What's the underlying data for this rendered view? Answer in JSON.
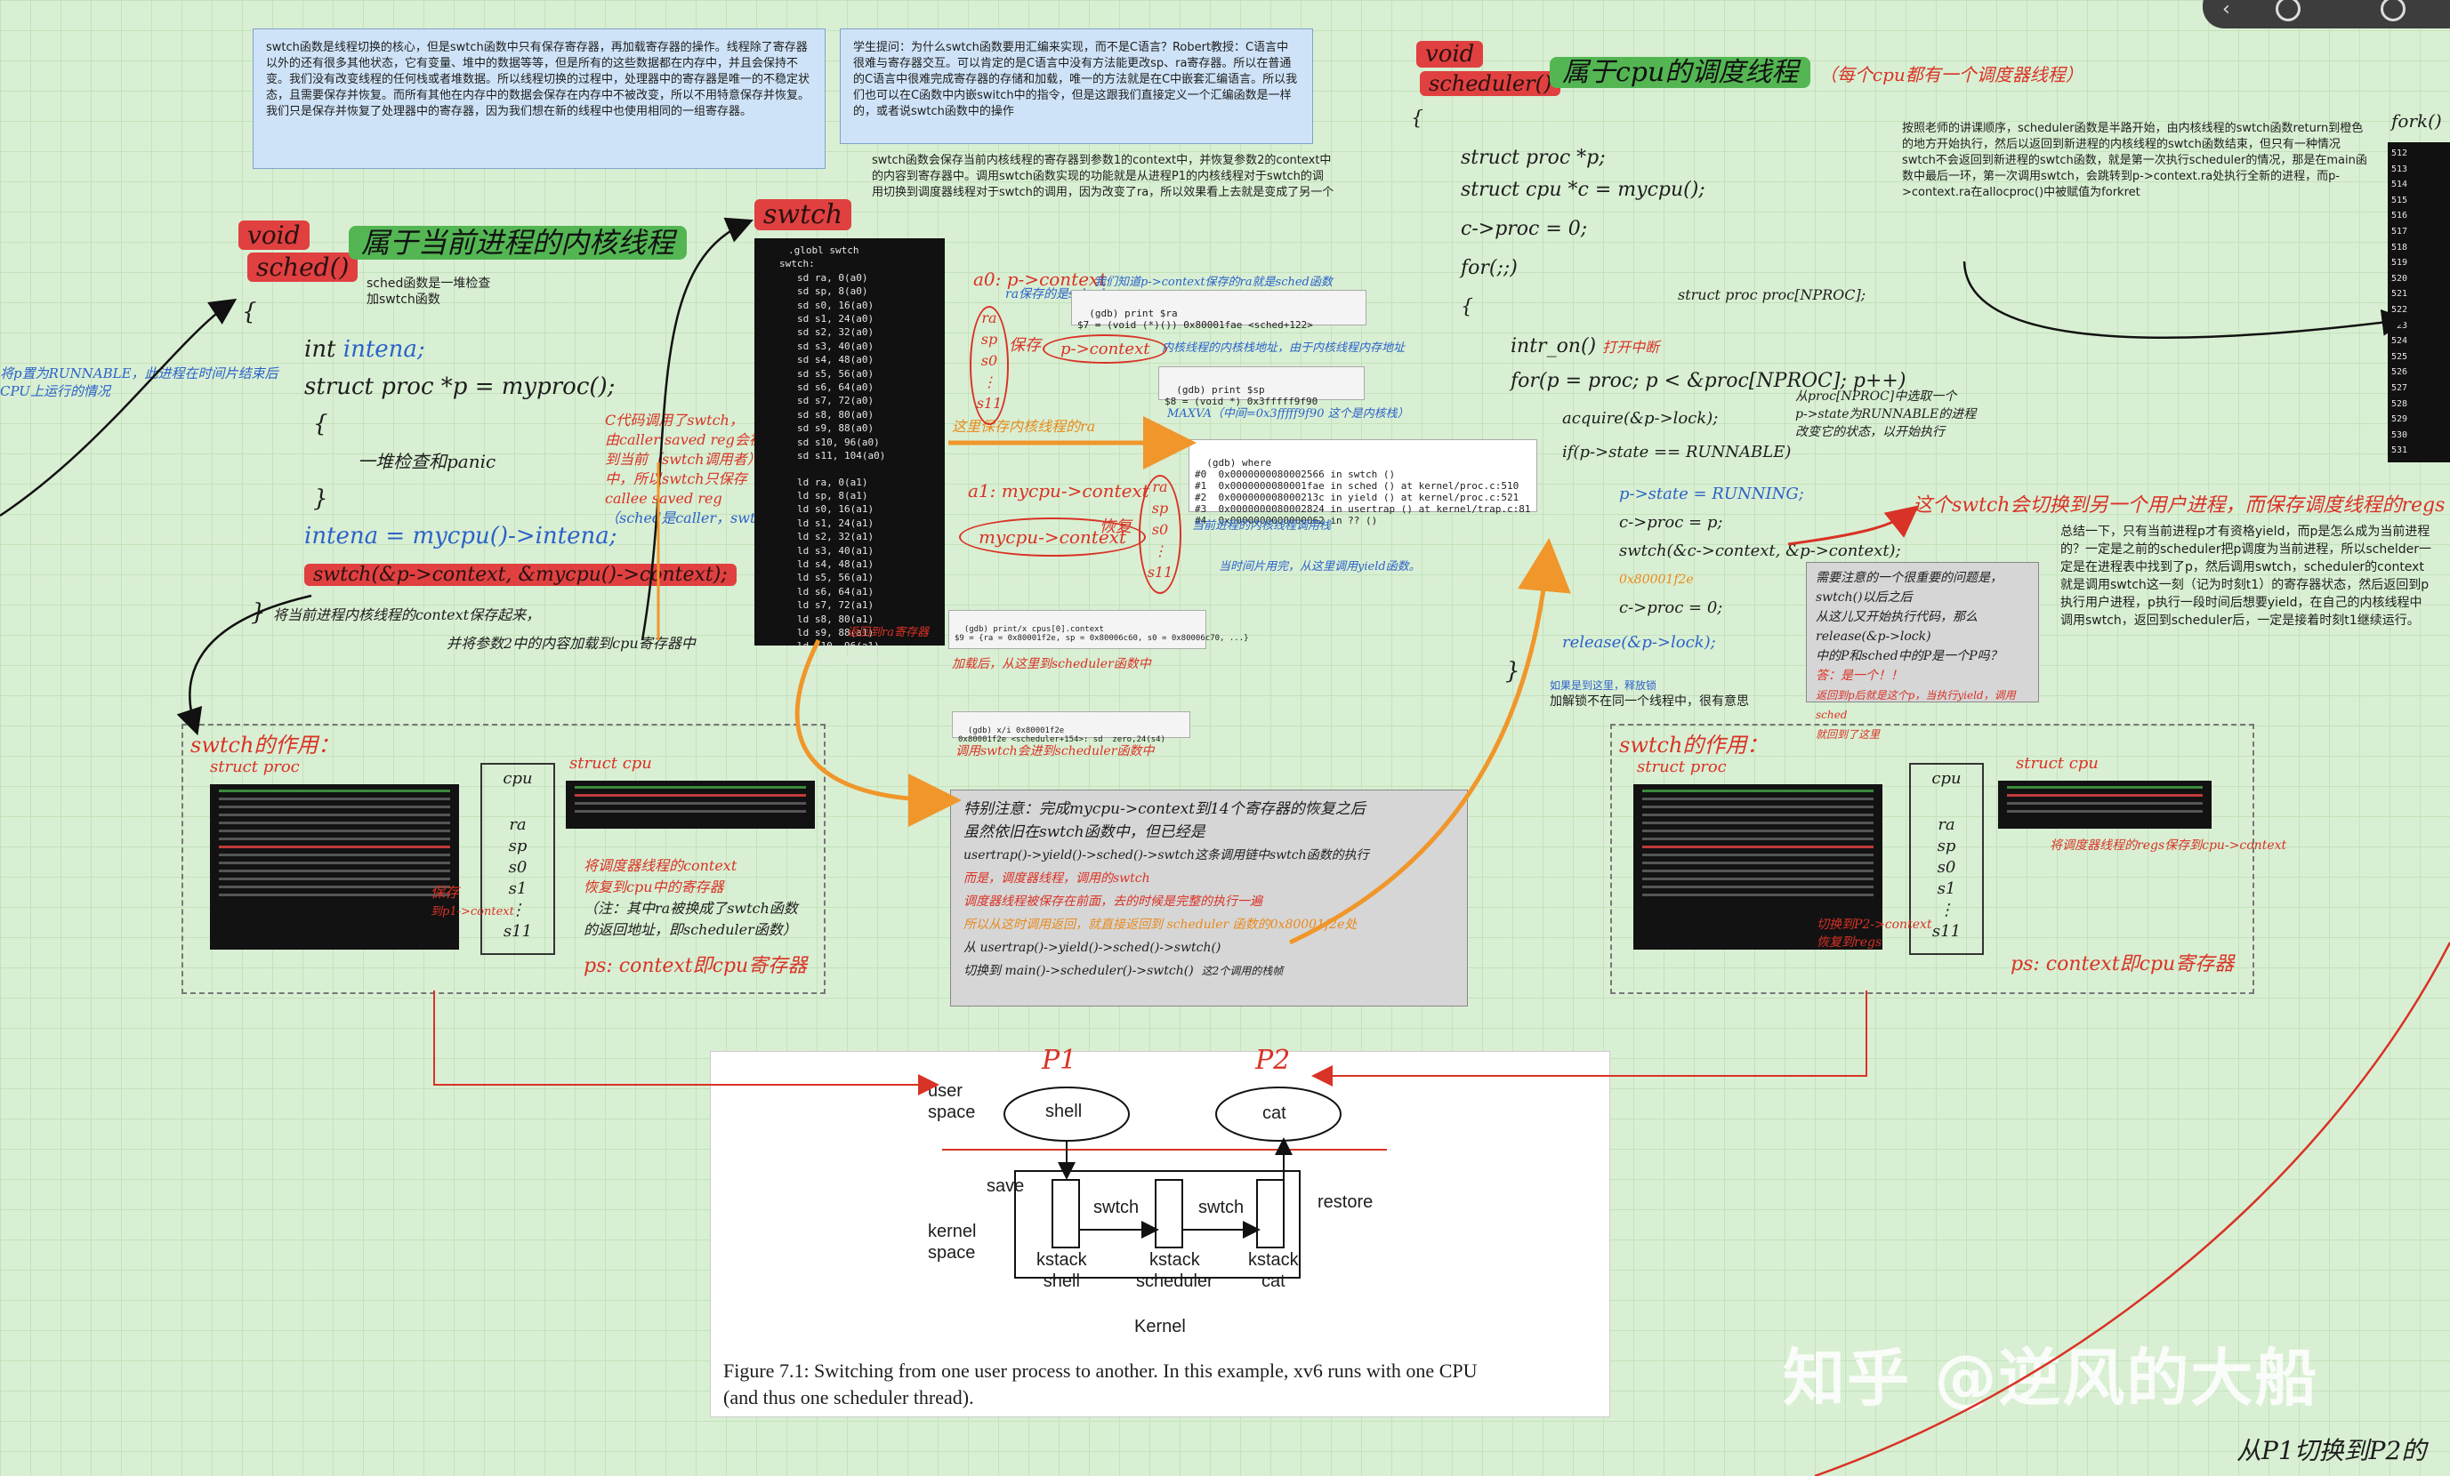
{
  "notes": {
    "top_left": "swtch函数是线程切换的核心，但是swtch函数中只有保存寄存器，再加载寄存器的操作。线程除了寄存器以外的还有很多其他状态，它有变量、堆中的数据等等，但是所有的这些数据都在内存中，并且会保持不变。我们没有改变线程的任何栈或者堆数据。所以线程切换的过程中，处理器中的寄存器是唯一的不稳定状态，且需要保存并恢复。而所有其他在内存中的数据会保存在内存中不被改变，所以不用特意保存并恢复。我们只是保存并恢复了处理器中的寄存器，因为我们想在新的线程中也使用相同的一组寄存器。",
    "top_mid": "学生提问：为什么swtch函数要用汇编来实现，而不是C语言？Robert教授：C语言中很难与寄存器交互。可以肯定的是C语言中没有方法能更改sp、ra寄存器。所以在普通的C语言中很难完成寄存器的存储和加载，唯一的方法就是在C中嵌套汇编语言。所以我们也可以在C函数中内嵌switch中的指令，但是这跟我们直接定义一个汇编函数是一样的，或者说swtch函数中的操作",
    "swtch_desc": "swtch函数会保存当前内核线程的寄存器到参数1的context中，并恢复参数2的context中的内容到寄存器中。调用swtch函数实现的功能就是从进程P1的内核线程对于swtch的调用切换到调度器线程对于swtch的调用，因为改变了ra，所以效果看上去就是变成了另一个",
    "top_right": "按照老师的讲课顺序，scheduler函数是半路开始，由内核线程的swtch函数return到橙色的地方开始执行，然后以返回到新进程的内核线程的swtch函数结束，但只有一种情况swtch不会返回到新进程的swtch函数，就是第一次执行scheduler的情况，那是在main函数中最后一环，第一次调用swtch，会跳转到p->context.ra处执行全新的进程，而p->context.ra在allocproc()中被赋值为forkret",
    "right_summary": "总结一下，只有当前进程p才有资格yield，而p是怎么成为当前进程的？一定是之前的scheduler把p调度为当前进程，所以schelder一定是在进程表中找到了p，然后调用swtch，scheduler的context就是调用swtch这一刻（记为时刻t1）的寄存器状态，然后返回到p执行用户进程，p执行一段时间后想要yield，在自己的内核线程中调用swtch，返回到scheduler后，一定是接着时刻t1继续运行。"
  },
  "sched_section": {
    "void_label": "void",
    "sched_label": "sched()",
    "title": "属于当前进程的内核线程",
    "desc1": "sched函数是一堆检查",
    "desc2": "加swtch函数",
    "left_comment1": "将p置为RUNNABLE，此进程在时间片结束后",
    "left_comment2": "CPU上运行的情况",
    "code_int": "int",
    "code_intena": "intena;",
    "code_struct": "struct proc *p = myproc();",
    "code_brace_open": "{",
    "code_check": "一堆检查和panic",
    "code_brace_close": "}",
    "code_intena_assign": "intena = mycpu()->intena;",
    "code_swtch": "swtch(&p->context, &mycpu()->context);",
    "code_end": "}",
    "end_comment": "将当前进程内核线程的context保存起来，",
    "end_comment2": "并将参数2中的内容加载到cpu寄存器中",
    "caller_note1": "C代码调用了swtch，",
    "caller_note2": "由caller saved reg会被保存",
    "caller_note3": "到当前（swtch调用者）的栈帧",
    "caller_note4": "中，所以swtch只保存",
    "caller_note5": "callee saved reg",
    "caller_note6": "（sched是caller，swtch是callee）"
  },
  "swtch_section": {
    "label": "swtch",
    "asm_header": ".globl swtch",
    "asm_label": "swtch:",
    "asm_save": [
      "sd ra, 0(a0)",
      "sd sp, 8(a0)",
      "sd s0, 16(a0)",
      "sd s1, 24(a0)",
      "sd s2, 32(a0)",
      "sd s3, 40(a0)",
      "sd s4, 48(a0)",
      "sd s5, 56(a0)",
      "sd s6, 64(a0)",
      "sd s7, 72(a0)",
      "sd s8, 80(a0)",
      "sd s9, 88(a0)",
      "sd s10, 96(a0)",
      "sd s11, 104(a0)"
    ],
    "asm_load": [
      "ld ra, 0(a1)",
      "ld sp, 8(a1)",
      "ld s0, 16(a1)",
      "ld s1, 24(a1)",
      "ld s2, 32(a1)",
      "ld s3, 40(a1)",
      "ld s4, 48(a1)",
      "ld s5, 56(a1)",
      "ld s6, 64(a1)",
      "ld s7, 72(a1)",
      "ld s8, 80(a1)",
      "ld s9, 88(a1)",
      "ld s10, 96(a1)",
      "ld s11, 104(a1)"
    ],
    "asm_ret": "ret",
    "a0_label": "a0: p->context",
    "a1_label": "a1: mycpu->context",
    "a0_ra_note": "ra保存的是sched",
    "save_label": "保存",
    "restore_label": "恢复",
    "mycpu_ctx": "mycpu->context",
    "p_ctx": "p->context",
    "ret_note": "返回到ra寄存器",
    "orange_note": "这里保存内核线程的ra"
  },
  "gdb": {
    "ra_block": "(gdb) print $ra\n$7 = (void (*)()) 0x80001fae <sched+122>",
    "sp_block": "(gdb) print $sp\n$8 = (void *) 0x3fffff9f90",
    "where_block": "(gdb) where\n#0  0x0000000080002566 in swtch ()\n#1  0x0000000080001fae in sched () at kernel/proc.c:510\n#2  0x000000008000213c in yield () at kernel/proc.c:521\n#3  0x0000000080002824 in usertrap () at kernel/trap.c:81\n#4  0x0000000000000062 in ?? ()",
    "context_block": "(gdb) print/x cpus[0].context\n$9 = {ra = 0x80001f2e, sp = 0x80006c60, s0 = 0x80006c70, ...}",
    "sched_line": "(gdb) x/i 0x80001f2e\n0x80001f2e <scheduler+154>: sd  zero,24(s4)"
  },
  "gdb_notes": {
    "ra_note": "我们知道p->context保存的ra就是sched函数",
    "sp_note": "内核线程的内核栈地址，由于内核线程内存地址",
    "maxva": "MAXVA（中间=0x3fffff9f90 这个是内核栈）",
    "where_note": "当前进程的内核线程调用栈",
    "timer_note": "当时间片用完，从这里调用yield函数。",
    "after_load": "加载后，从这里到scheduler函数中",
    "scheduler_jump": "调用swtch会进到scheduler函数中"
  },
  "gray_box": {
    "title": "特别注意：完成mycpu->context到14个寄存器的恢复之后",
    "line1": "虽然依旧在swtch函数中，但已经是",
    "line2": "usertrap()->yield()->sched()->swtch这条调用链中swtch函数的执行",
    "line3": "而是，调度器线程，调用的swtch",
    "line4": "所以从这时调用返回，就直接返回到 scheduler 函数的0x80001f2e处",
    "line5": "从 usertrap()->yield()->sched()->swtch()",
    "line6": "切换到 main()->scheduler()->swtch()",
    "tail": "这2个调用的栈帧",
    "side_note": "调度器线程被保存在前面，去的时候是完整的执行一遍"
  },
  "scheduler_section": {
    "void_label": "void",
    "sched_label": "scheduler()",
    "title": "属于cpu的调度线程",
    "title_note": "（每个cpu都有一个调度器线程）",
    "code_brace": "{",
    "code_p": "struct proc *p;",
    "code_c": "struct cpu *c = mycpu();",
    "code_cproc": "c->proc = 0;",
    "code_for": "for(;;)",
    "code_brace2": "{",
    "code_intr": "intr_on()",
    "code_intr_note": "打开中断",
    "code_loop": "for(p = proc; p < &proc[NPROC]; p++)",
    "code_proc_note": "struct proc proc[NPROC];",
    "code_acquire": "acquire(&p->lock);",
    "code_if": "if(p->state == RUNNABLE)",
    "code_note1": "从proc[NPROC]中选取一个",
    "code_note2": "p->state为RUNNABLE的进程",
    "code_note3": "改变它的状态，以开始执行",
    "code_state": "p->state = RUNNING;",
    "code_cproc2": "c->proc = p;",
    "code_swtch": "swtch(&c->context, &p->context);",
    "code_addr": "0x80001f2e",
    "code_cproc3": "c->proc = 0;",
    "code_release": "release(&p->lock);",
    "code_release_note": "如果是到这里，释放锁",
    "code_release_note2": "加解锁不在同一个线程中，很有意思",
    "code_brace_close": "}",
    "red_arrow_note": "这个swtch会切换到另一个用户进程，而保存调度线程的regs",
    "right_note1": "需要注意的一个很重要的问题是，swtch()以后之后",
    "right_note2": "从这儿又开始执行代码，那么release(&p->lock)",
    "right_note3": "中的P和sched中的P是一个P吗？",
    "right_note4": "答：是一个！！",
    "right_note5": "返回到p后就是这个p，当执行yield，调用sched",
    "right_note6": "就回到了这里"
  },
  "swtch_role_left": {
    "title": "swtch的作用：",
    "struct_proc": "struct proc",
    "struct_cpu": "struct cpu",
    "cpu_label": "cpu",
    "regs": [
      "ra",
      "sp",
      "s0",
      "s1",
      "⋮",
      "s11"
    ],
    "note1": "将调度器线程的context",
    "note2": "恢复到cpu中的寄存器",
    "note3": "（注：其中ra被换成了swtch函数",
    "note4": "的返回地址，即scheduler函数）",
    "ps": "ps: context即cpu寄存器",
    "save_label": "保存",
    "save_note": "到p1->context"
  },
  "swtch_role_right": {
    "title": "swtch的作用：",
    "struct_proc": "struct proc",
    "struct_cpu": "struct cpu",
    "cpu_label": "cpu",
    "regs": [
      "ra",
      "sp",
      "s0",
      "s1",
      "⋮",
      "s11"
    ],
    "note1": "将调度器线程的regs保存到cpu->context",
    "restore_note": "切换到P2->context",
    "restore_note2": "恢复到regs",
    "ps": "ps: context即cpu寄存器"
  },
  "figure": {
    "p1": "P1",
    "p2": "P2",
    "user_space1": "user",
    "user_space2": "space",
    "kernel_space1": "kernel",
    "kernel_space2": "space",
    "shell": "shell",
    "cat": "cat",
    "save": "save",
    "swtch1": "swtch",
    "swtch2": "swtch",
    "restore": "restore",
    "kstack_shell1": "kstack",
    "kstack_shell2": "shell",
    "kstack_sched1": "kstack",
    "kstack_sched2": "scheduler",
    "kstack_cat1": "kstack",
    "kstack_cat2": "cat",
    "kernel": "Kernel",
    "caption1": "Figure 7.1: Switching from one user process to another. In this example, xv6 runs with one CPU",
    "caption2": "(and thus one scheduler thread)."
  },
  "far_right": {
    "fork_label": "fork()",
    "line_nums": [
      "512",
      "513",
      "514",
      "515",
      "516",
      "517",
      "518",
      "519",
      "520",
      "521",
      "522",
      "523",
      "524",
      "525",
      "526",
      "527",
      "528",
      "529",
      "530",
      "531"
    ],
    "bottom_note": "从P1切换到P2的"
  },
  "watermark": "知乎 @逆风的大船",
  "colors": {
    "background": "#d9efd3",
    "accent_red": "#d93226",
    "accent_orange": "#f0962a",
    "accent_blue": "#2b62c9"
  }
}
